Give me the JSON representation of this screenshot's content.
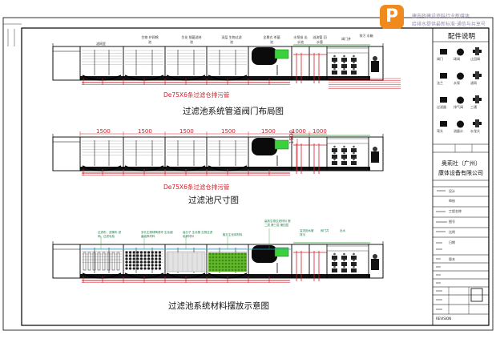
{
  "watermark": {
    "line1": "建市政建设资料行业新媒体",
    "line2": "给排水提供最新标准·通信与共享号"
  },
  "diagrams": [
    {
      "title": "过滤池系统管道阀门布局图",
      "pipe_label": "De75X6条过滤仓排污管",
      "headers": [
        "滤网室",
        "生物 护网棉池",
        "生化 细菌滤材池",
        "深层 生物过滤池",
        "全景式 杀菌池",
        "水泵吸 出水池",
        "溢流管 回水管",
        "阀门井",
        "排污 水箱"
      ]
    },
    {
      "title": "过滤池尺寸图",
      "pipe_label": "De75X6条过滤仓排污管",
      "dims": [
        "1500",
        "1500",
        "1500",
        "1500",
        "1500",
        "1000",
        "1000",
        "1500"
      ]
    },
    {
      "title": "过滤池系统材料摆放示意图",
      "materials": [
        "过滤布、滤棉布 滤网、过滤毛毡",
        "多孔生物球陶瓷环 生化细菌培养材料",
        "高分子 生化棉 生物过滤培养材料",
        "粗孔生化球材料",
        "高效生物过滤材料 第二层 第三层 第四层",
        "溢流回水管 排污",
        "阀门井",
        "出水"
      ]
    }
  ],
  "title_block": {
    "section_heading": "配件说明",
    "legend": [
      "阀门",
      "球阀",
      "止回阀",
      "法兰",
      "水泵",
      "滤网",
      "过滤器",
      "排气阀",
      "三通",
      "弯头",
      "流量计",
      "水龙头"
    ],
    "company_line1": "奥莉社（广州）",
    "company_line2": "康体设备有限公司",
    "small_rows": [
      "设计",
      "审核",
      "工程名称",
      "图号",
      "比例",
      "日期",
      "版本"
    ],
    "footer": "REVISION"
  }
}
